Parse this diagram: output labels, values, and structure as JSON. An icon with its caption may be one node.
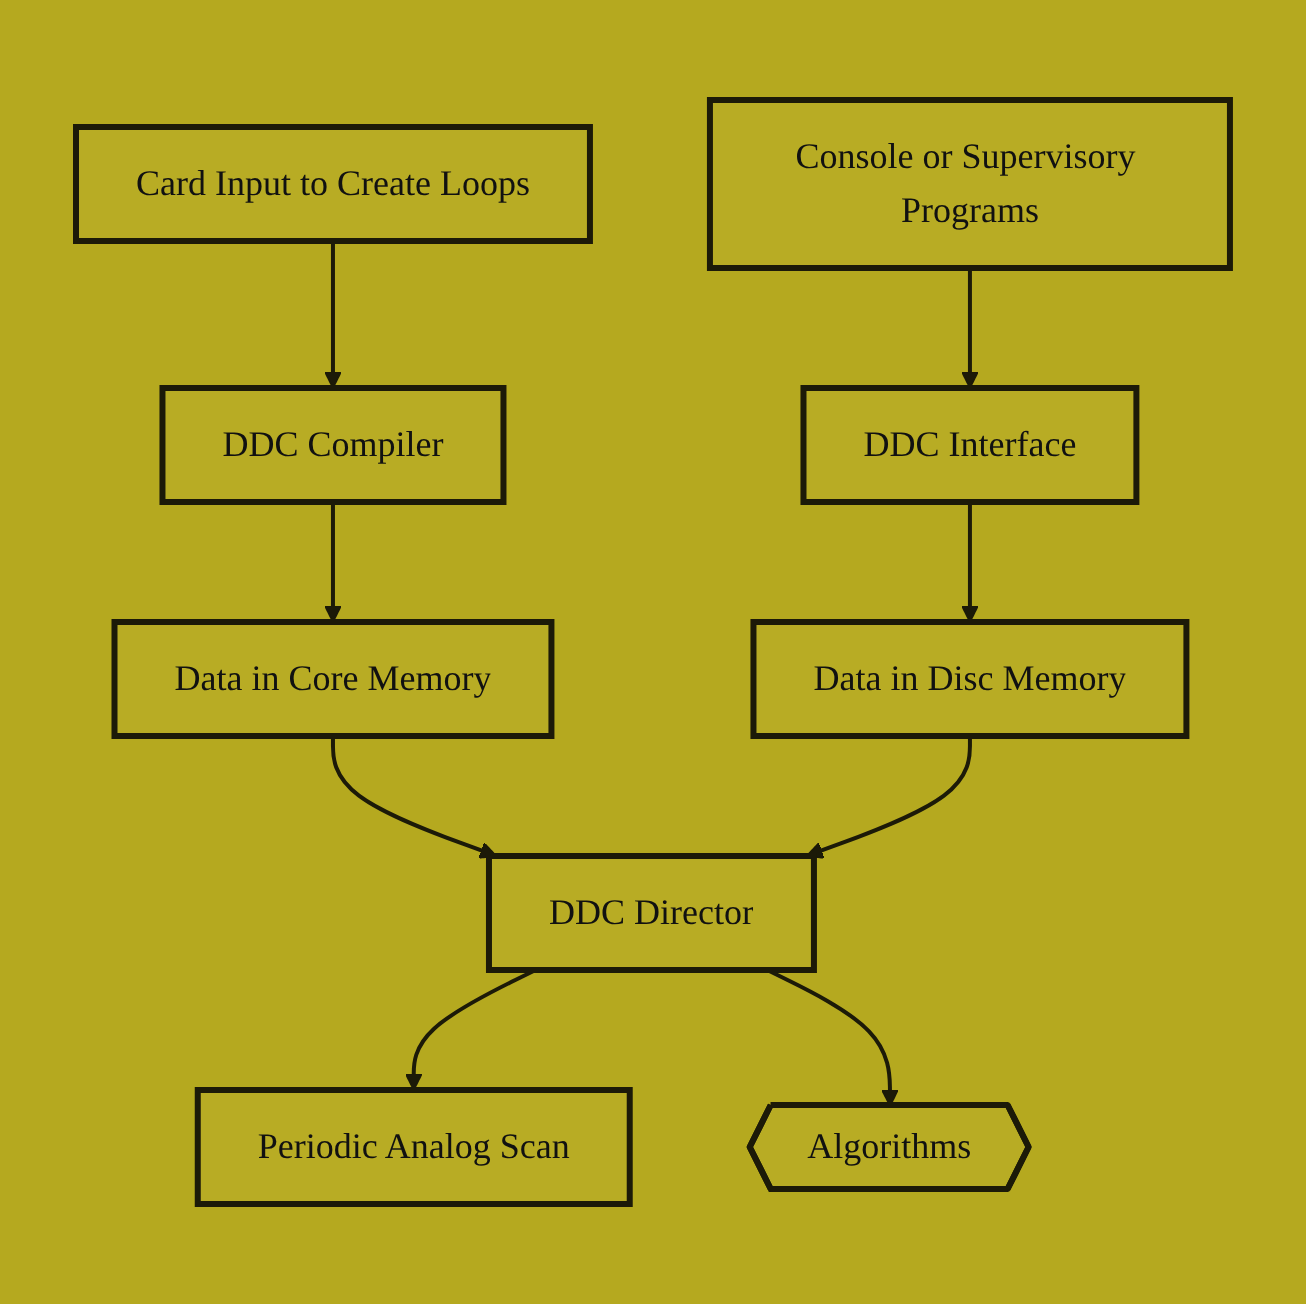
{
  "diagram": {
    "nodes": [
      {
        "text": [
          "Card Input to Create Loops"
        ]
      },
      {
        "text": [
          "Console or Supervisory Programs"
        ]
      },
      {
        "text": [
          "DDC Compiler"
        ]
      },
      {
        "text": [
          "DDC Interface"
        ]
      },
      {
        "text": [
          "Data in Core Memory"
        ]
      },
      {
        "text": [
          "Data in Disc Memory"
        ]
      },
      {
        "text": [
          "Periodic Analog Scan"
        ]
      },
      {
        "text": [
          "DDC Director"
        ]
      },
      {
        "text": [
          "Algorithms"
        ]
      }
    ],
    "edges": [
      {
        "from": 0,
        "to": 2,
        "arrow": "to"
      },
      {
        "from": 1,
        "to": 3,
        "arrow": "to"
      },
      {
        "from": 2,
        "to": 4,
        "arrow": "to"
      },
      {
        "from": 3,
        "to": 5,
        "arrow": "to"
      },
      {
        "from": 4,
        "to": 7,
        "arrow": "to"
      },
      {
        "from": 5,
        "to": 7,
        "arrow": "to"
      },
      {
        "from": 7,
        "to": 6,
        "arrow": "to"
      },
      {
        "from": 7,
        "to": 8,
        "arrow": "to"
      }
    ]
  }
}
